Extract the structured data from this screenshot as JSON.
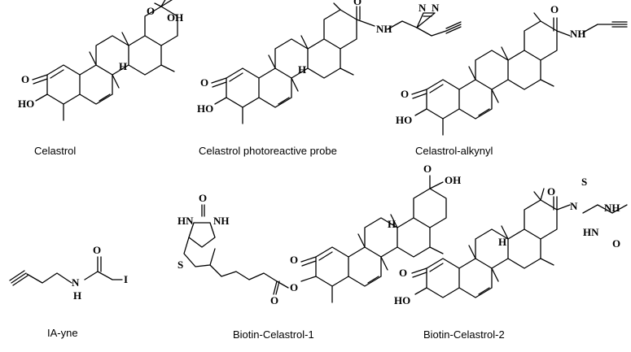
{
  "captions": {
    "celastrol": "Celastrol",
    "probe": "Celastrol photoreactive probe",
    "alkynyl": "Celastrol-alkynyl",
    "ia_yne": "IA-yne",
    "biotin1": "Biotin-Celastrol-1",
    "biotin2": "Biotin-Celastrol-2"
  },
  "atom_labels": {
    "o": "O",
    "oh": "OH",
    "ho": "HO",
    "h": "H",
    "nh": "NH",
    "n": "N",
    "i": "I",
    "s": "S",
    "hn": "HN"
  }
}
